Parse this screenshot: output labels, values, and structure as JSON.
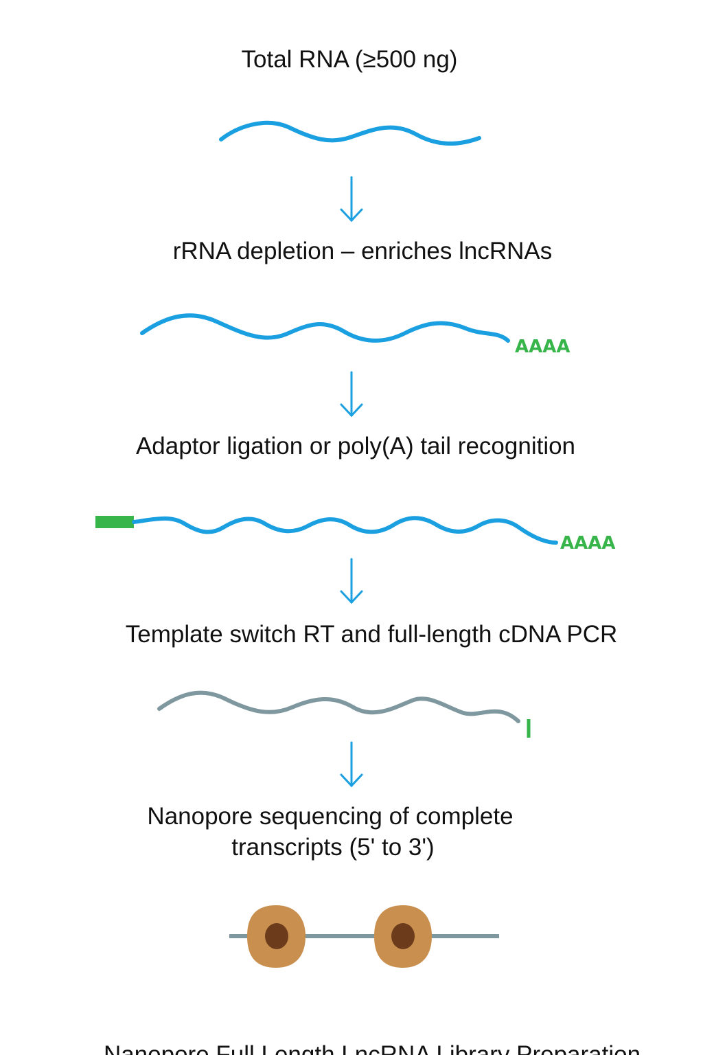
{
  "diagram": {
    "colors": {
      "rna": "#1a9fe0",
      "cdna": "#7f98a0",
      "adaptor": "#38b54a",
      "arrow": "#1a9fe0",
      "pore_outer": "#c98f4f",
      "pore_inner": "#6b3b1b",
      "membrane": "#7f98a0",
      "text": "#111111"
    },
    "steps": [
      {
        "label": "Total RNA (≥500 ng)"
      },
      {
        "label": "rRNA depletion – enriches lncRNAs"
      },
      {
        "label": "Adaptor ligation or poly(A) tail recognition"
      },
      {
        "label": "Template switch RT and full-length cDNA PCR"
      },
      {
        "label_lines": [
          "Nanopore sequencing of complete",
          "transcripts (5' to 3')"
        ]
      }
    ],
    "polya_tail_label": "AAAA",
    "footer_title": "Nanopore Full Length LncRNA Library Preparation"
  }
}
